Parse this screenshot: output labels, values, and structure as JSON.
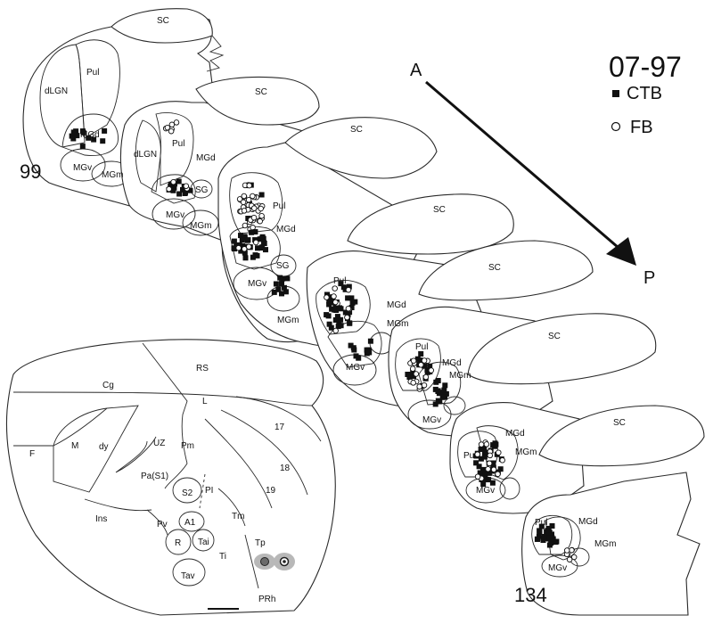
{
  "case_id": "07-97",
  "legend": [
    {
      "symbol": "filled-square",
      "label": "CTB"
    },
    {
      "symbol": "open-circle",
      "label": "FB"
    }
  ],
  "axis": {
    "start": "A",
    "end": "P"
  },
  "section_numbers": {
    "first": "99",
    "last": "134"
  },
  "regions": {
    "SC": "SC",
    "dLGN": "dLGN",
    "Pul": "Pul",
    "MGd": "MGd",
    "MGv": "MGv",
    "MGm": "MGm",
    "SG": "SG"
  },
  "cortex": {
    "RS": "RS",
    "Cg": "Cg",
    "L": "L",
    "17": "17",
    "18": "18",
    "19": "19",
    "M": "M",
    "dy": "dy",
    "UZ": "UZ",
    "F": "F",
    "Pm": "Pm",
    "PaS1": "Pa(S1)",
    "S2": "S2",
    "PI": "PI",
    "Ins": "Ins",
    "Pv": "Pv",
    "A1": "A1",
    "R": "R",
    "Tai": "Tai",
    "Tav": "Tav",
    "Ti": "Ti",
    "Tm": "Tm",
    "Tp": "Tp",
    "PRh": "PRh"
  }
}
